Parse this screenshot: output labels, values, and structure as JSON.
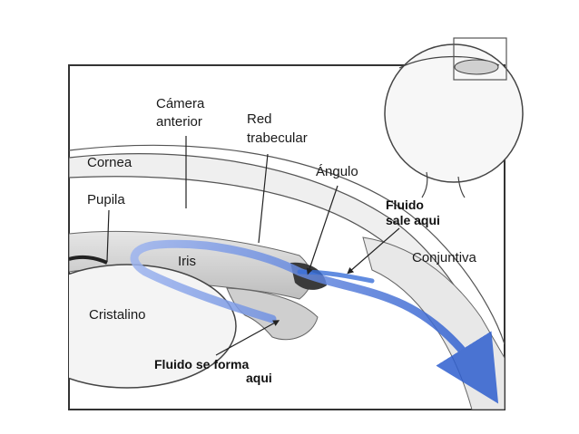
{
  "labels": {
    "camara_anterior_1": "Cámera",
    "camara_anterior_2": "anterior",
    "red_trabecular_1": "Red",
    "red_trabecular_2": "trabecular",
    "angulo": "Ángulo",
    "cornea": "Cornea",
    "pupila": "Pupila",
    "fluido_sale_1": "Fluido",
    "fluido_sale_2": "sale aqui",
    "iris": "Iris",
    "conjuntiva": "Conjuntiva",
    "cristalino": "Cristalino",
    "fluido_forma_1": "Fluido se forma",
    "fluido_forma_2": "aqui"
  },
  "colors": {
    "fluid_flow": "#3a6fd8",
    "tissue": "#d9d9d9",
    "frame": "#333333"
  }
}
